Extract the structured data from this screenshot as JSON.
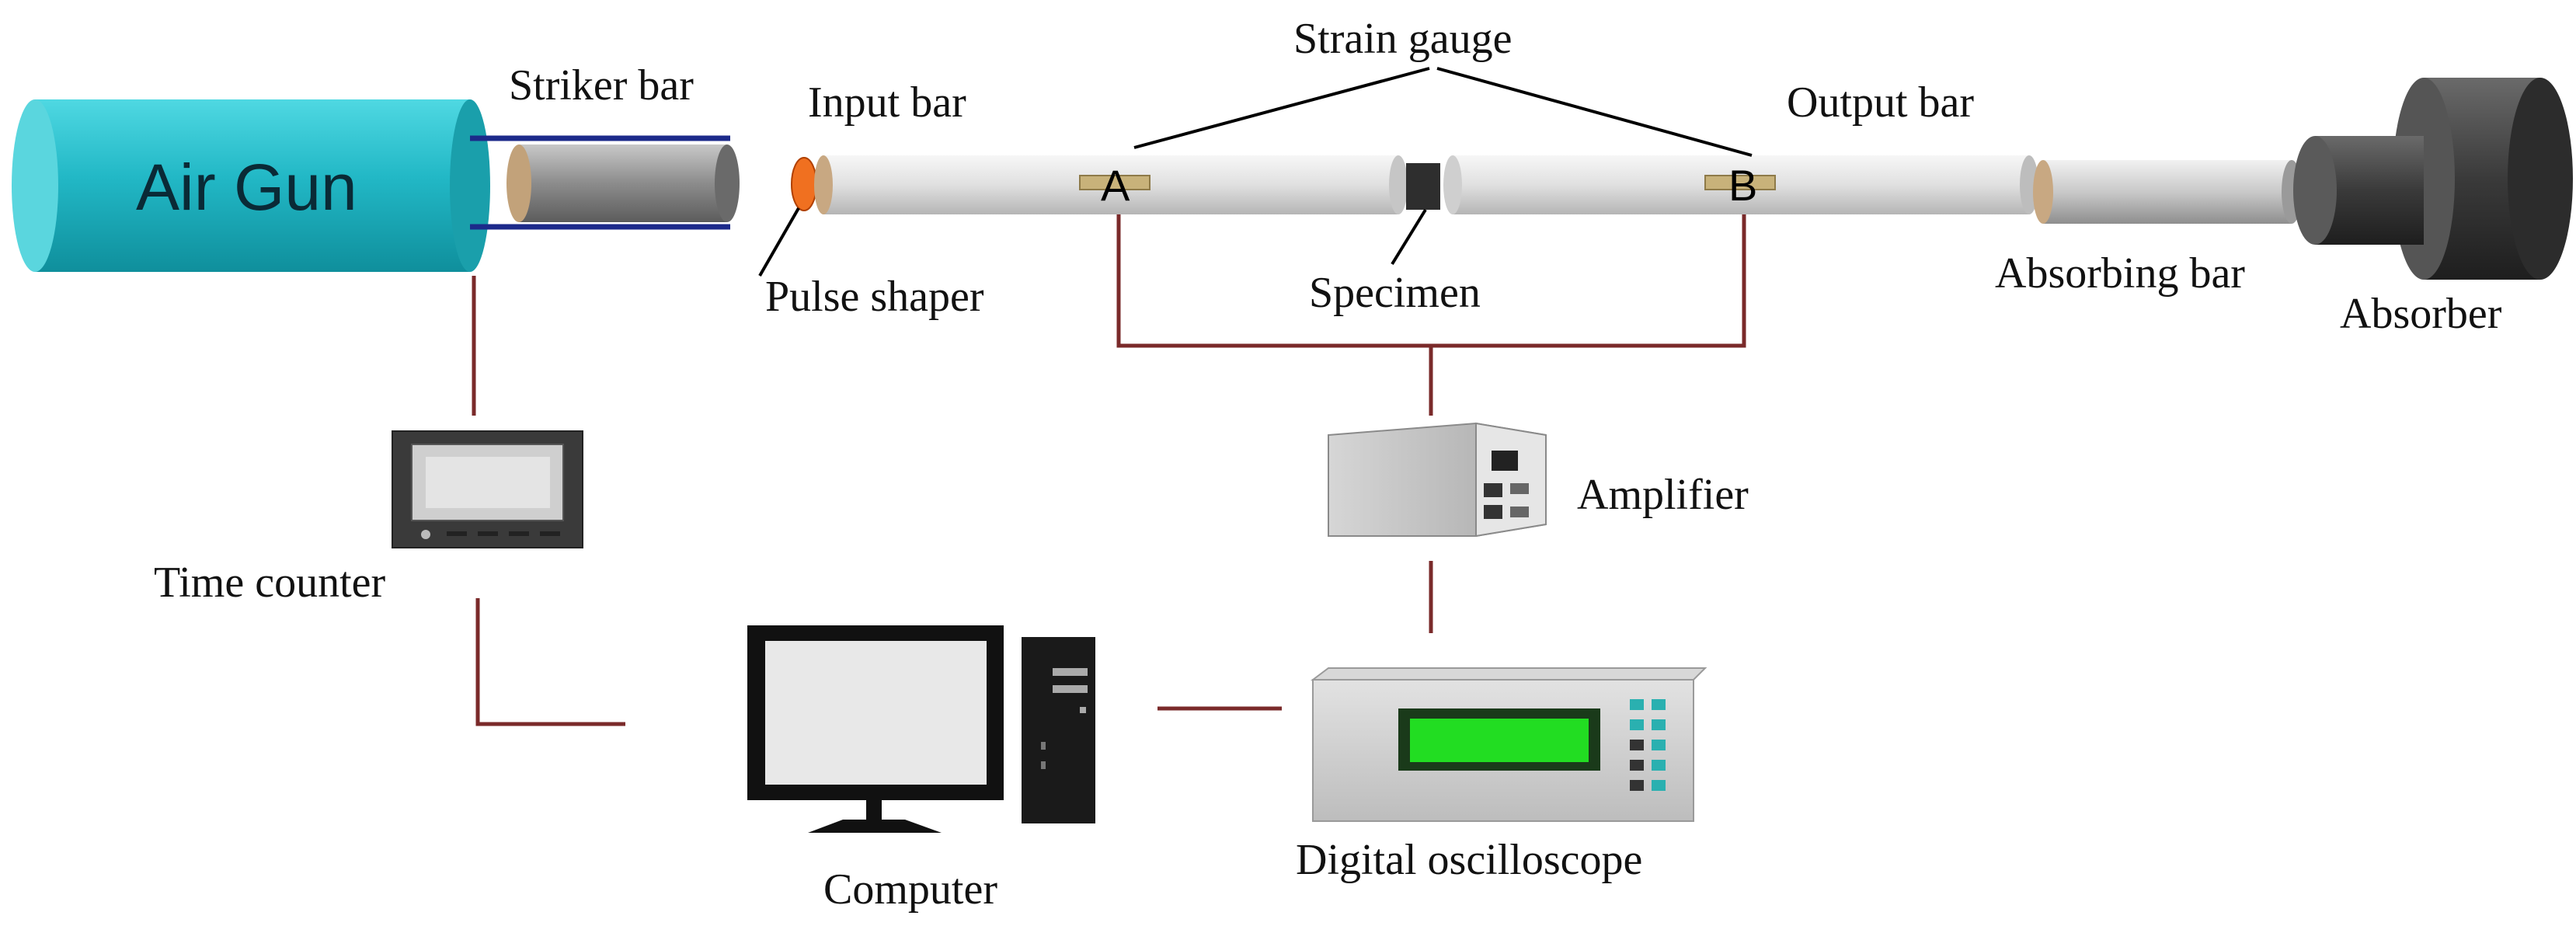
{
  "labels": {
    "air_gun": "Air Gun",
    "striker_bar": "Striker bar",
    "input_bar": "Input bar",
    "strain_gauge": "Strain gauge",
    "output_bar": "Output bar",
    "pulse_shaper": "Pulse shaper",
    "specimen": "Specimen",
    "absorbing_bar": "Absorbing bar",
    "absorber": "Absorber",
    "amplifier": "Amplifier",
    "time_counter": "Time counter",
    "computer": "Computer",
    "digital_oscilloscope": "Digital oscilloscope",
    "gauge_a": "A",
    "gauge_b": "B"
  },
  "colors": {
    "air_gun": "#1fb6c4",
    "bar": "#e2e2e2",
    "wire": "#7a2a2a",
    "pulse_shaper": "#f07020",
    "absorber": "#3a3a3a",
    "oscilloscope_screen": "#22dd22"
  }
}
